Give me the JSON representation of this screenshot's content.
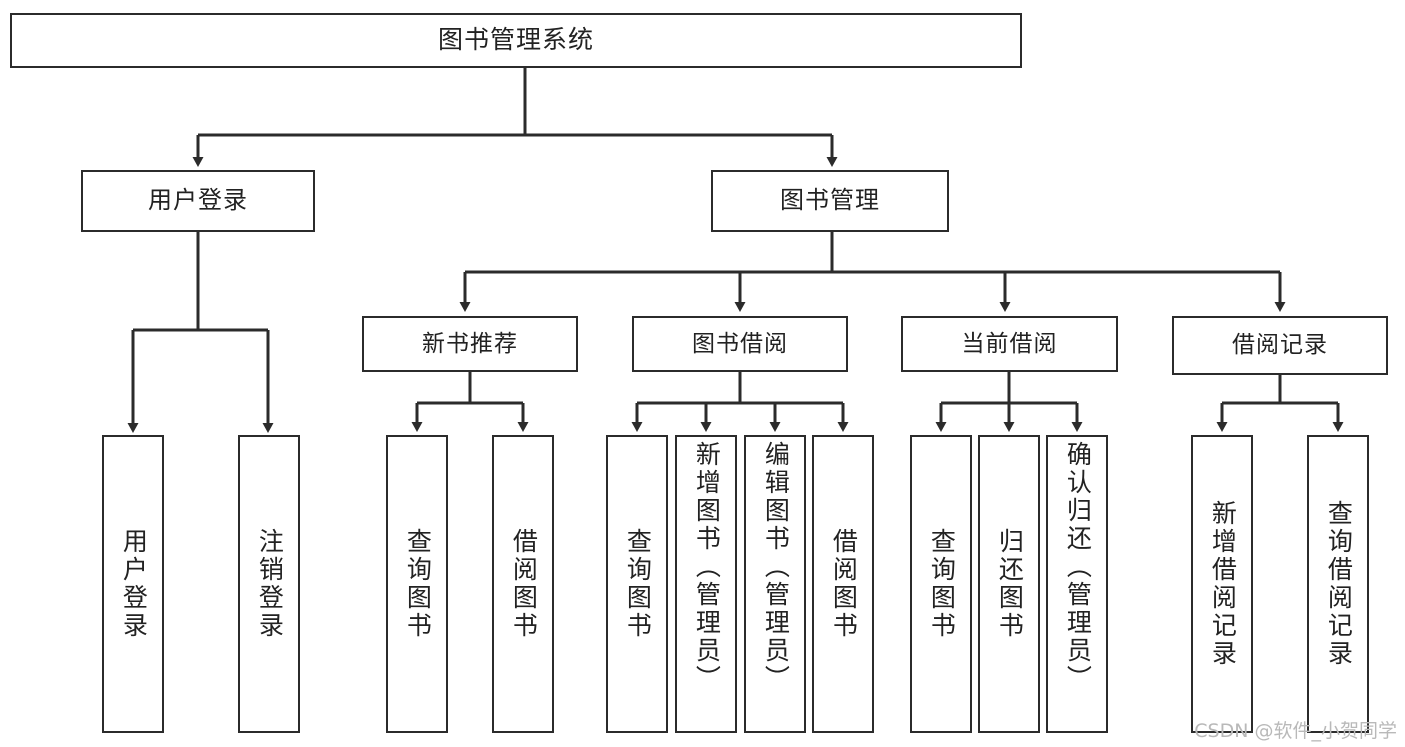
{
  "diagram": {
    "title": "图书管理系统",
    "type": "tree",
    "watermark": "CSDN @软件_小贺同学",
    "colors": {
      "box_border": "#2b2b2b",
      "box_fill": "#ffffff",
      "connector": "#2b2b2b",
      "text": "#222222",
      "watermark": "#b9b9b9"
    },
    "root": {
      "label": "图书管理系统"
    },
    "level1": [
      {
        "label": "用户登录"
      },
      {
        "label": "图书管理"
      }
    ],
    "level2": [
      {
        "label": "新书推荐"
      },
      {
        "label": "图书借阅"
      },
      {
        "label": "当前借阅"
      },
      {
        "label": "借阅记录"
      }
    ],
    "leaves": {
      "user_login": [
        {
          "label": "用户登录"
        },
        {
          "label": "注销登录"
        }
      ],
      "new_book_recommend": [
        {
          "label": "查询图书"
        },
        {
          "label": "借阅图书"
        }
      ],
      "book_borrow": [
        {
          "label": "查询图书"
        },
        {
          "label": "新增图书（管理员）"
        },
        {
          "label": "编辑图书（管理员）"
        },
        {
          "label": "借阅图书"
        }
      ],
      "current_borrow": [
        {
          "label": "查询图书"
        },
        {
          "label": "归还图书"
        },
        {
          "label": "确认归还（管理员）"
        }
      ],
      "borrow_records": [
        {
          "label": "新增借阅记录"
        },
        {
          "label": "查询借阅记录"
        }
      ]
    }
  }
}
